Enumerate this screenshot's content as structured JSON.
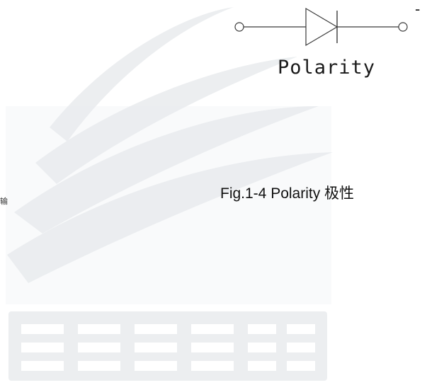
{
  "diagram": {
    "symbol_label": "Polarity",
    "caption": "Fig.1-4 Polarity 极性",
    "edge_mark": "-",
    "edge_fragment": "输"
  },
  "colors": {
    "line": "#3a3a3a",
    "text": "#111111",
    "watermark": "#dfe3e7"
  },
  "icons": {
    "diode": "diode-symbol-icon",
    "terminal": "terminal-circle-icon",
    "watermark": "company-logo-watermark"
  }
}
